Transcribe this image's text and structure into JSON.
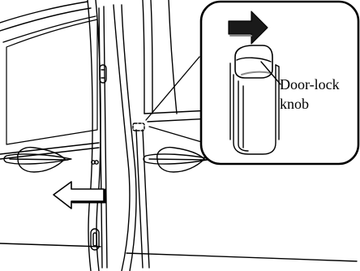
{
  "callout": {
    "label_line1": "Door-lock",
    "label_line2": "knob"
  },
  "colors": {
    "line": "#000000",
    "background": "#ffffff",
    "arrow_fill": "#1a1a1a",
    "knob_shadow": "#8a8a8a"
  },
  "icons": {
    "open_arrow": "outline-arrow-left",
    "lock_arrow": "filled-arrow-right",
    "lock_marker": "dashed-rectangle"
  }
}
